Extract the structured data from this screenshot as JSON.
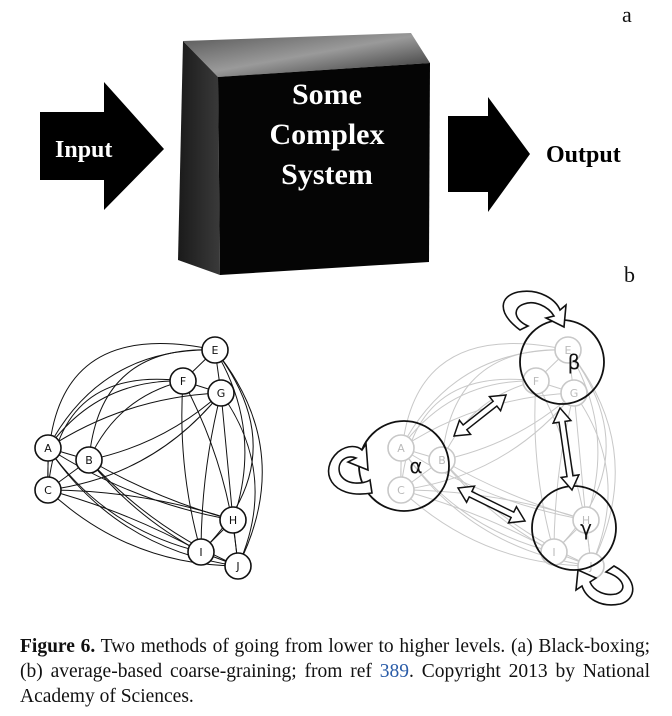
{
  "panel_a": {
    "label": "a",
    "input_label": "Input",
    "box_lines": [
      "Some",
      "Complex",
      "System"
    ],
    "output_label": "Output"
  },
  "panel_b": {
    "label": "b",
    "nodes": [
      "A",
      "B",
      "C",
      "E",
      "F",
      "G",
      "H",
      "I",
      "J"
    ],
    "groups": [
      {
        "symbol": "α",
        "members": [
          "A",
          "B",
          "C"
        ]
      },
      {
        "symbol": "β",
        "members": [
          "E",
          "F",
          "G"
        ]
      },
      {
        "symbol": "γ",
        "members": [
          "H",
          "I",
          "J"
        ]
      }
    ]
  },
  "caption": {
    "figure_label": "Figure 6.",
    "text_1": " Two methods of going from lower to higher levels. (a) Black-boxing; (b) average-based coarse-graining; from ref ",
    "ref": "389",
    "text_2": ". Copyright 2013 by National Academy of Sciences."
  },
  "colors": {
    "box": "#000000",
    "ref_link": "#2a5ca8",
    "faded_graph": "#c8c8c8"
  }
}
